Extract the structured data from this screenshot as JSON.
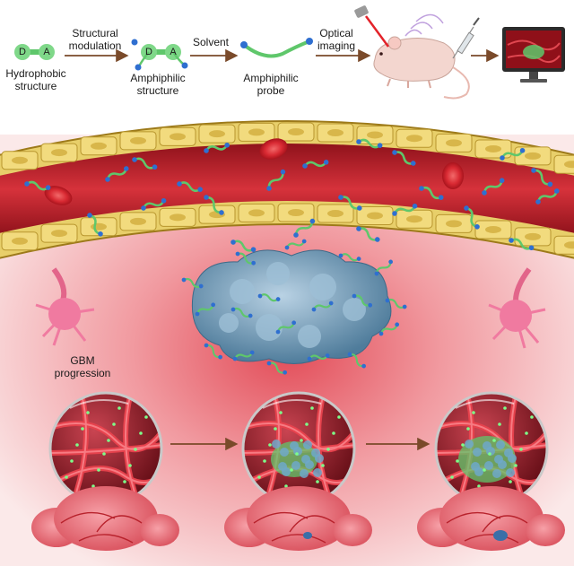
{
  "workflow": {
    "hydrophobic_structure": "Hydrophobic\nstructure",
    "structural_modulation": "Structural\nmodulation",
    "amphiphilic_structure": "Amphiphilic\nstructure",
    "solvent": "Solvent",
    "amphiphilic_probe": "Amphiphilic\nprobe",
    "optical_imaging": "Optical\nimaging",
    "donor_label": "D",
    "acceptor_label": "A"
  },
  "progression": {
    "gbm_progression": "GBM\nprogression"
  },
  "colors": {
    "vessel_red": "#c8202a",
    "endothelial_yellow": "#e8cf6a",
    "tumor_blue": "#7fa6c2",
    "probe_green": "#5fc76b",
    "probe_blue": "#2f6fd0",
    "arrow_brown": "#7a4a2a",
    "brain_pink": "#e8707a",
    "tissue_pink": "#f7d3d3"
  }
}
